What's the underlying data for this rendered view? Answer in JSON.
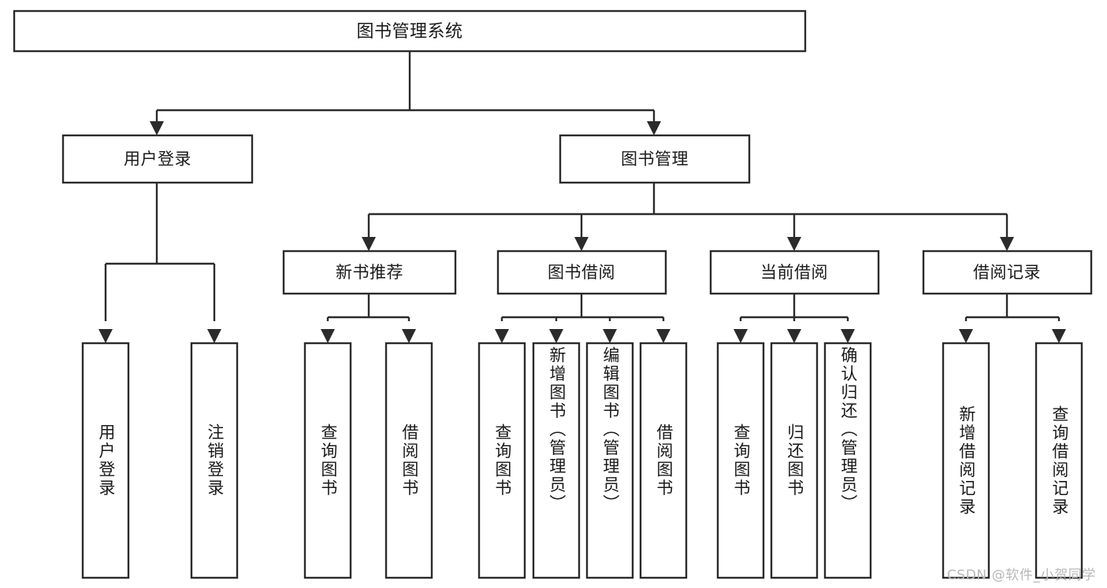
{
  "diagram": {
    "type": "tree",
    "title": "图书管理系统",
    "orientation": "top-down",
    "background_color": "#ffffff",
    "line_color": "#2b2b2b",
    "text_color": "#1a1a1a",
    "watermark": "CSDN @软件_小贺同学",
    "levels": 4,
    "root": {
      "label": "图书管理系统",
      "text_direction": "horizontal"
    },
    "level2": [
      {
        "label": "用户登录",
        "text_direction": "horizontal"
      },
      {
        "label": "图书管理",
        "text_direction": "horizontal"
      }
    ],
    "level3": [
      {
        "label": "新书推荐",
        "text_direction": "horizontal",
        "parent": "图书管理"
      },
      {
        "label": "图书借阅",
        "text_direction": "horizontal",
        "parent": "图书管理"
      },
      {
        "label": "当前借阅",
        "text_direction": "horizontal",
        "parent": "图书管理"
      },
      {
        "label": "借阅记录",
        "text_direction": "horizontal",
        "parent": "图书管理"
      }
    ],
    "leaves": [
      {
        "label": "用户登录",
        "parent": "用户登录",
        "text_direction": "vertical"
      },
      {
        "label": "注销登录",
        "parent": "用户登录",
        "text_direction": "vertical"
      },
      {
        "label": "查询图书",
        "parent": "新书推荐",
        "text_direction": "vertical"
      },
      {
        "label": "借阅图书",
        "parent": "新书推荐",
        "text_direction": "vertical"
      },
      {
        "label": "查询图书",
        "parent": "图书借阅",
        "text_direction": "vertical"
      },
      {
        "label": "新增图书（管理员）",
        "parent": "图书借阅",
        "text_direction": "vertical"
      },
      {
        "label": "编辑图书（管理员）",
        "parent": "图书借阅",
        "text_direction": "vertical"
      },
      {
        "label": "借阅图书",
        "parent": "图书借阅",
        "text_direction": "vertical"
      },
      {
        "label": "查询图书",
        "parent": "当前借阅",
        "text_direction": "vertical"
      },
      {
        "label": "归还图书",
        "parent": "当前借阅",
        "text_direction": "vertical"
      },
      {
        "label": "确认归还（管理员）",
        "parent": "当前借阅",
        "text_direction": "vertical"
      },
      {
        "label": "新增借阅记录",
        "parent": "借阅记录",
        "text_direction": "vertical"
      },
      {
        "label": "查询借阅记录",
        "parent": "借阅记录",
        "text_direction": "vertical"
      }
    ]
  }
}
